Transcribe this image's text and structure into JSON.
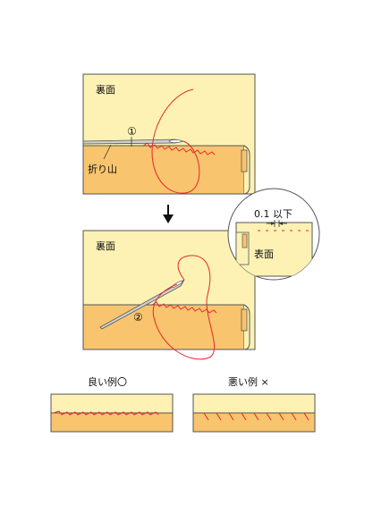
{
  "step1": {
    "back_label": "裏面",
    "fold_label": "折り山",
    "step_marker": "①"
  },
  "step2": {
    "back_label": "裏面",
    "step_marker": "②"
  },
  "inset": {
    "measure_label": "0.1 以下",
    "front_label": "表面"
  },
  "examples": {
    "good_label": "良い例〇",
    "bad_label": "悪い例 ×"
  },
  "colors": {
    "cloth": "#fdf2b4",
    "hem": "#f8c46e",
    "outline": "#555555",
    "thread": "#e8262c"
  }
}
